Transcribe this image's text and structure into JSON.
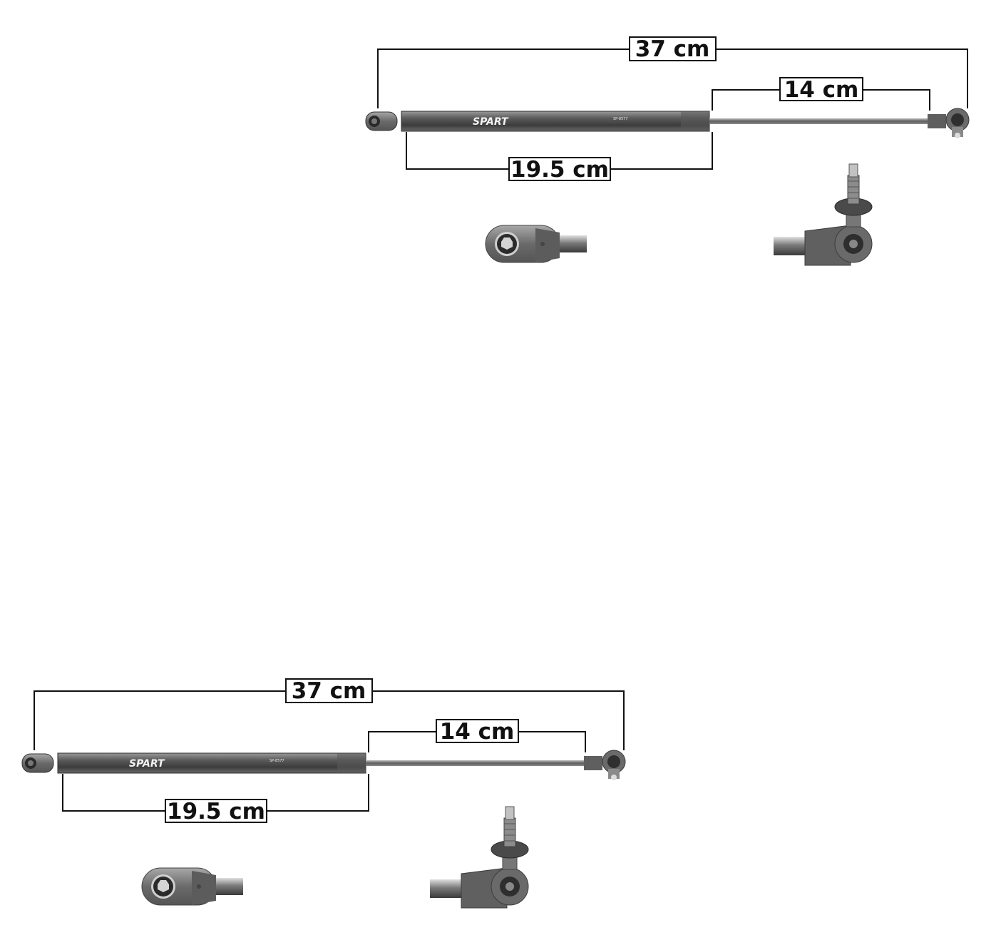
{
  "strut": {
    "brand": "SPART",
    "part_number": "SP-8577"
  },
  "dimensions": {
    "overall": "37 cm",
    "rod": "14 cm",
    "body": "19.5 cm"
  },
  "colors": {
    "line": "#111111",
    "body_dark": "#4b4b4b",
    "body_light": "#8a8a8a",
    "rod": "#6d6d6d",
    "fitting": "#707070"
  }
}
